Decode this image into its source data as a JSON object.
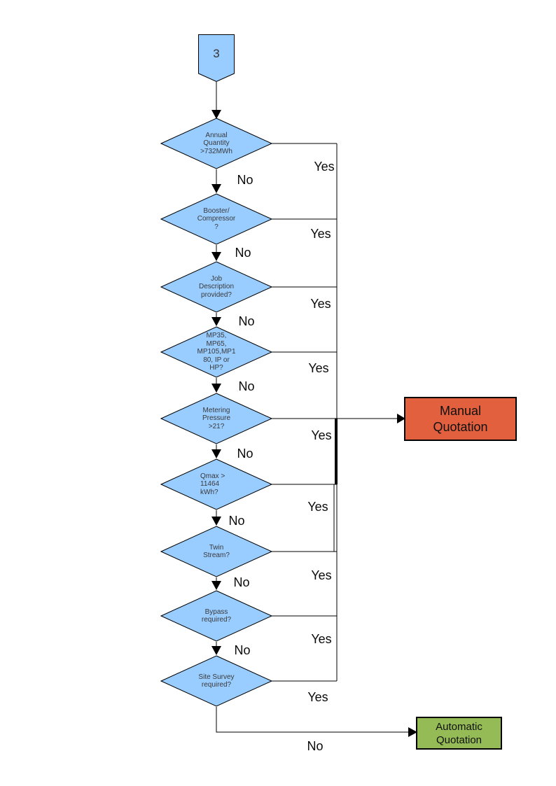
{
  "flowchart": {
    "connector": {
      "label": "3"
    },
    "decisions": [
      {
        "label": "Annual Quantity >732MWh",
        "yes": "Yes",
        "no": "No"
      },
      {
        "label": "Booster/ Compressor ?",
        "yes": "Yes",
        "no": "No"
      },
      {
        "label": "Job Description provided?",
        "yes": "Yes",
        "no": "No"
      },
      {
        "label": "MP35, MP65, MP105,MP180, IP or HP?",
        "yes": "Yes",
        "no": "No"
      },
      {
        "label": "Metering Pressure >21?",
        "yes": "Yes",
        "no": "No"
      },
      {
        "label": "Qmax > 11464 kWh?",
        "yes": "Yes",
        "no": "No"
      },
      {
        "label": "Twin Stream?",
        "yes": "Yes",
        "no": "No"
      },
      {
        "label": "Bypass required?",
        "yes": "Yes",
        "no": "No"
      },
      {
        "label": "Site Survey required?",
        "yes": "Yes",
        "no": "No"
      }
    ],
    "outcomes": {
      "manual": {
        "label": "Manual Quotation",
        "fill": "#E2603D"
      },
      "automatic": {
        "label": "Automatic Quotation",
        "fill": "#94BB55"
      }
    },
    "colors": {
      "decision_fill": "#99CCFF",
      "connector_fill": "#99CCFF",
      "line": "#000000"
    }
  }
}
